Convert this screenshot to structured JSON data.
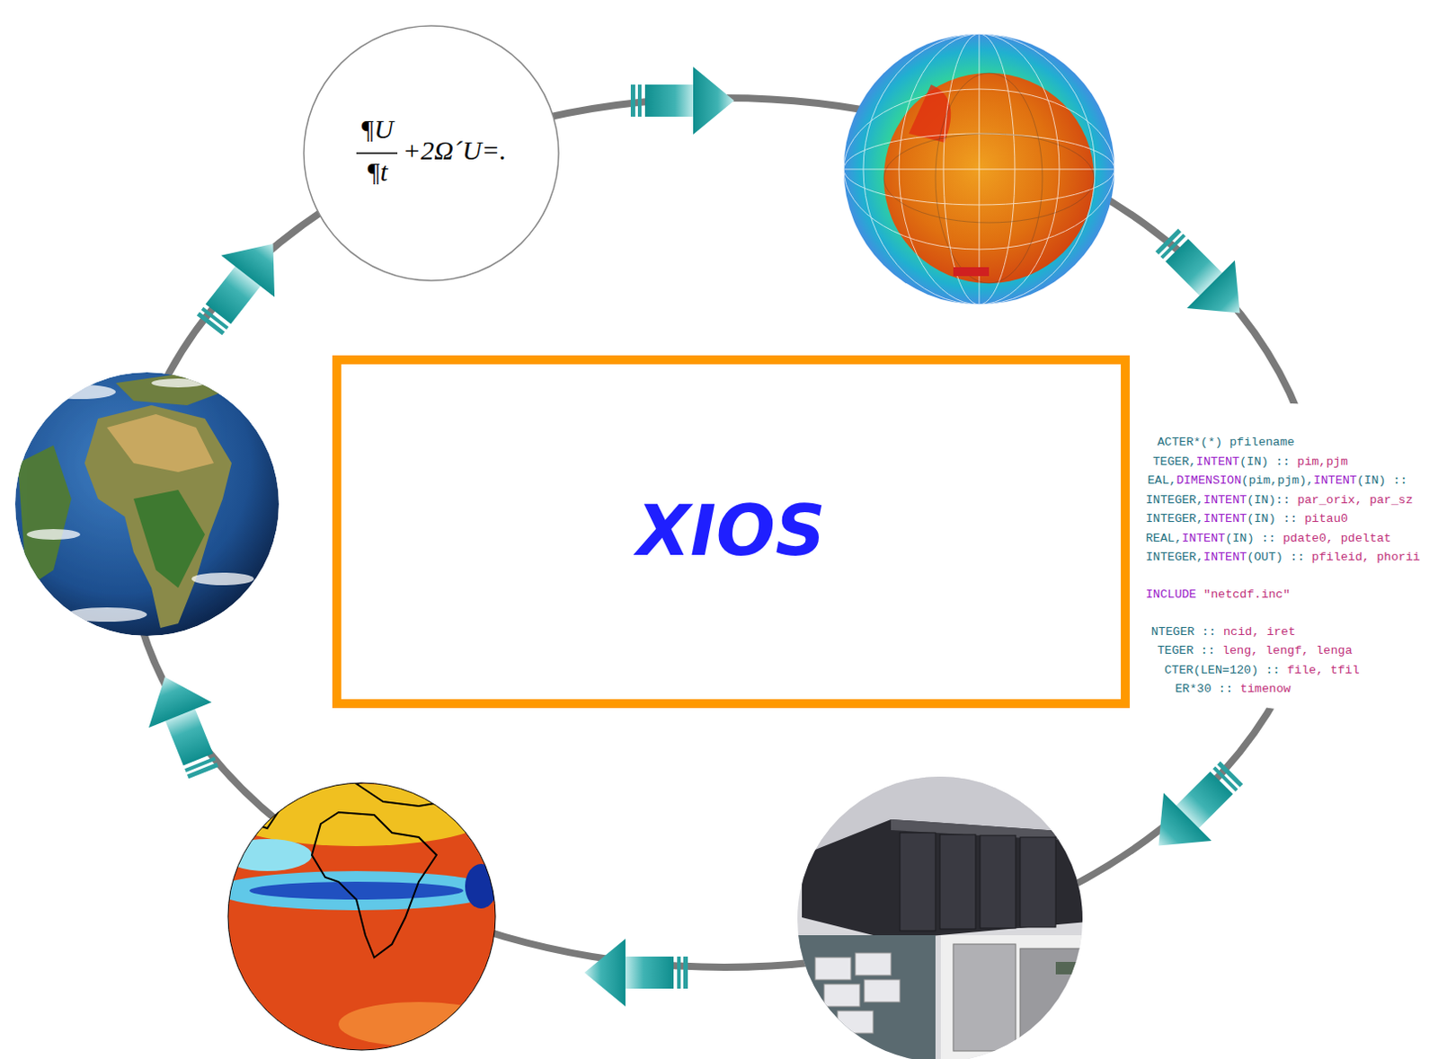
{
  "diagram": {
    "nodes": [
      {
        "text": [
          "¶U",
          "¶t",
          "+2Ω´U=."
        ]
      },
      {
        "text": [
          "XIOS"
        ]
      },
      {
        "text": [
          "ACTER*(*) pfilename",
          "TEGER,INTENT(IN) :: pim,pjm",
          "EAL,DIMENSION(pim,pjm),INTENT(IN) ::",
          "INTEGER,INTENT(IN):: par_orix, par_sz",
          "INTEGER,INTENT(IN) :: pitau0",
          "REAL,INTENT(IN) :: pdate0, pdeltat",
          "INTEGER,INTENT(OUT) :: pfileid, phorii",
          "INCLUDE \"netcdf.inc\"",
          "NTEGER :: ncid, iret",
          "TEGER :: leng, lengf, lenga",
          "CTER(LEN=120) :: file, tfil",
          "ER*30 :: timenow"
        ]
      }
    ]
  }
}
